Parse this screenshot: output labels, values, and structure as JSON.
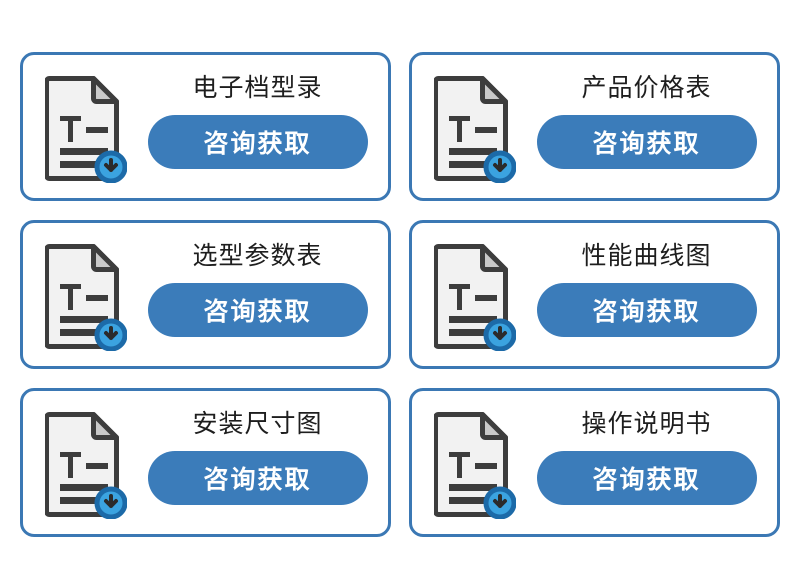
{
  "theme": {
    "card_border_color": "#3b78b4",
    "button_color": "#3b7cba",
    "button_text_color": "#ffffff",
    "title_color": "#1e1e1e",
    "page_background": "#ffffff",
    "doc_outline_color": "#3d3d3d",
    "doc_fill_color": "#f2f2f2",
    "doc_fold_color": "#c9c9c9",
    "doc_line_color": "#3d3d3d",
    "badge_fill_color": "#3ba3e0",
    "badge_ring_color": "#1c6aa8",
    "badge_arrow_color": "#2b2b2b"
  },
  "cards": [
    {
      "title": "电子档型录",
      "button_label": "咨询获取",
      "icon": "document-download-icon"
    },
    {
      "title": "产品价格表",
      "button_label": "咨询获取",
      "icon": "document-download-icon"
    },
    {
      "title": "选型参数表",
      "button_label": "咨询获取",
      "icon": "document-download-icon"
    },
    {
      "title": "性能曲线图",
      "button_label": "咨询获取",
      "icon": "document-download-icon"
    },
    {
      "title": "安装尺寸图",
      "button_label": "咨询获取",
      "icon": "document-download-icon"
    },
    {
      "title": "操作说明书",
      "button_label": "咨询获取",
      "icon": "document-download-icon"
    }
  ]
}
